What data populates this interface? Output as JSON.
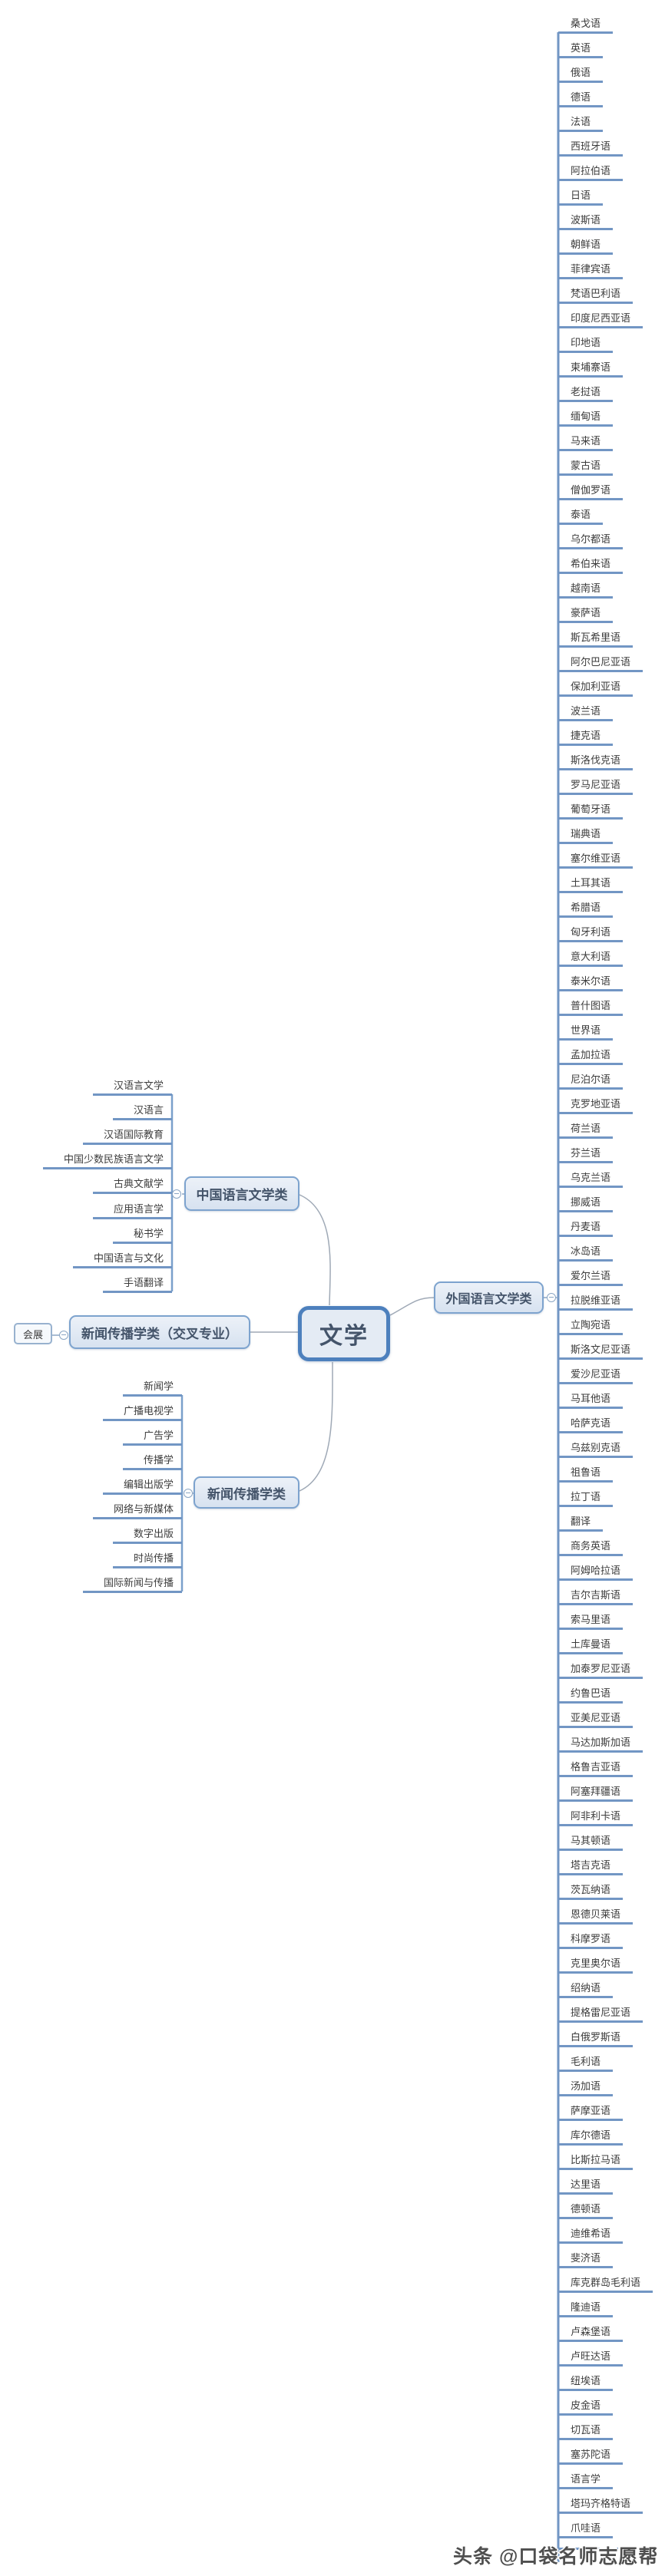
{
  "root": {
    "label": "文学"
  },
  "branches": [
    {
      "label": "中国语言文学类",
      "children": [
        "汉语言文学",
        "汉语言",
        "汉语国际教育",
        "中国少数民族语言文学",
        "古典文献学",
        "应用语言学",
        "秘书学",
        "中国语言与文化",
        "手语翻译"
      ]
    },
    {
      "label": "新闻传播学类（交叉专业）",
      "children": [
        "会展"
      ]
    },
    {
      "label": "新闻传播学类",
      "children": [
        "新闻学",
        "广播电视学",
        "广告学",
        "传播学",
        "编辑出版学",
        "网络与新媒体",
        "数字出版",
        "时尚传播",
        "国际新闻与传播"
      ]
    },
    {
      "label": "外国语言文学类",
      "children": [
        "桑戈语",
        "英语",
        "俄语",
        "德语",
        "法语",
        "西班牙语",
        "阿拉伯语",
        "日语",
        "波斯语",
        "朝鲜语",
        "菲律宾语",
        "梵语巴利语",
        "印度尼西亚语",
        "印地语",
        "柬埔寨语",
        "老挝语",
        "缅甸语",
        "马来语",
        "蒙古语",
        "僧伽罗语",
        "泰语",
        "乌尔都语",
        "希伯来语",
        "越南语",
        "豪萨语",
        "斯瓦希里语",
        "阿尔巴尼亚语",
        "保加利亚语",
        "波兰语",
        "捷克语",
        "斯洛伐克语",
        "罗马尼亚语",
        "葡萄牙语",
        "瑞典语",
        "塞尔维亚语",
        "土耳其语",
        "希腊语",
        "匈牙利语",
        "意大利语",
        "泰米尔语",
        "普什图语",
        "世界语",
        "孟加拉语",
        "尼泊尔语",
        "克罗地亚语",
        "荷兰语",
        "芬兰语",
        "乌克兰语",
        "挪威语",
        "丹麦语",
        "冰岛语",
        "爱尔兰语",
        "拉脱维亚语",
        "立陶宛语",
        "斯洛文尼亚语",
        "爱沙尼亚语",
        "马耳他语",
        "哈萨克语",
        "乌兹别克语",
        "祖鲁语",
        "拉丁语",
        "翻译",
        "商务英语",
        "阿姆哈拉语",
        "吉尔吉斯语",
        "索马里语",
        "土库曼语",
        "加泰罗尼亚语",
        "约鲁巴语",
        "亚美尼亚语",
        "马达加斯加语",
        "格鲁吉亚语",
        "阿塞拜疆语",
        "阿非利卡语",
        "马其顿语",
        "塔吉克语",
        "茨瓦纳语",
        "恩德贝莱语",
        "科摩罗语",
        "克里奥尔语",
        "绍纳语",
        "提格雷尼亚语",
        "白俄罗斯语",
        "毛利语",
        "汤加语",
        "萨摩亚语",
        "库尔德语",
        "比斯拉马语",
        "达里语",
        "德顿语",
        "迪维希语",
        "斐济语",
        "库克群岛毛利语",
        "隆迪语",
        "卢森堡语",
        "卢旺达语",
        "纽埃语",
        "皮金语",
        "切瓦语",
        "塞苏陀语",
        "语言学",
        "塔玛齐格特语",
        "爪哇语",
        ""
      ]
    }
  ],
  "watermark": "头条 @口袋名师志愿帮",
  "colors": {
    "underline_and_trunk": "#7296c4",
    "branch_node_border": "#7da3ce",
    "root_node_border": "#4d80bd",
    "node_text": "#44546a",
    "leaf_text": "#3c3c3c",
    "connector_curve": "#9fa9b6",
    "background": "#ffffff"
  }
}
